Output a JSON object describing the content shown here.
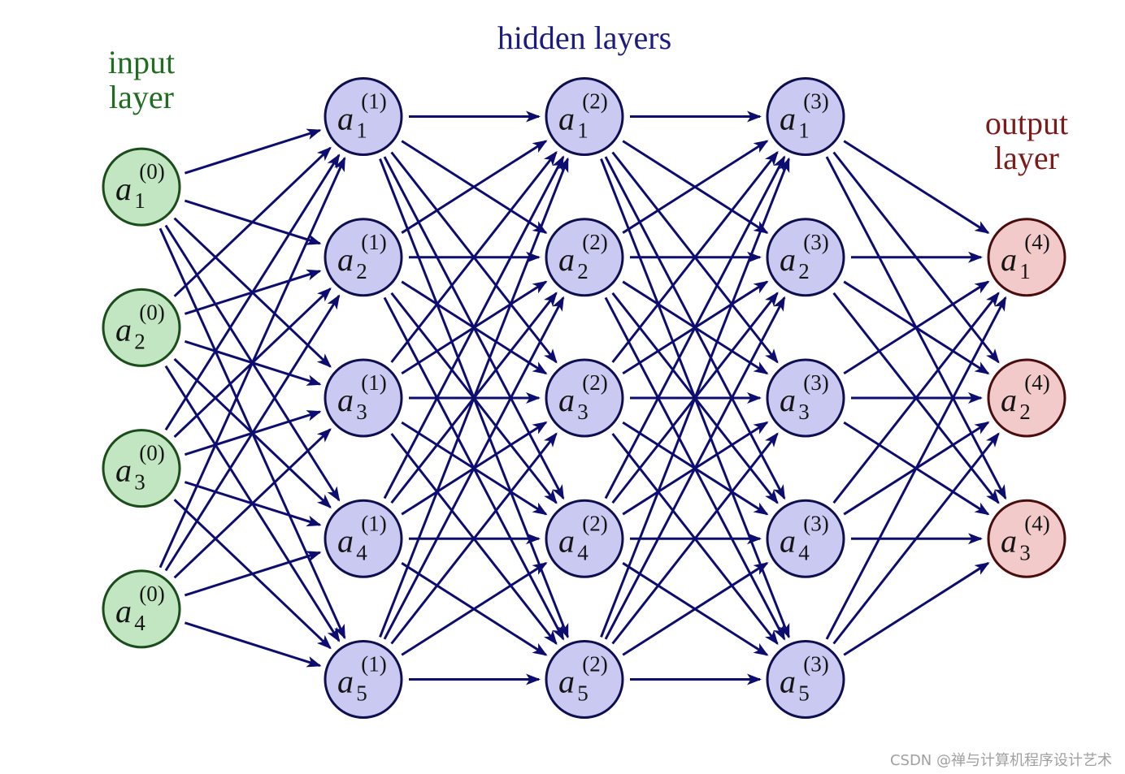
{
  "titles": {
    "input": [
      "input",
      "layer"
    ],
    "hidden": "hidden layers",
    "output": [
      "output",
      "layer"
    ]
  },
  "layers": [
    {
      "nodes": [
        {
          "symbol": "a",
          "sub": "1",
          "sup": "(0)"
        },
        {
          "symbol": "a",
          "sub": "2",
          "sup": "(0)"
        },
        {
          "symbol": "a",
          "sub": "3",
          "sup": "(0)"
        },
        {
          "symbol": "a",
          "sub": "4",
          "sup": "(0)"
        }
      ]
    },
    {
      "nodes": [
        {
          "symbol": "a",
          "sub": "1",
          "sup": "(1)"
        },
        {
          "symbol": "a",
          "sub": "2",
          "sup": "(1)"
        },
        {
          "symbol": "a",
          "sub": "3",
          "sup": "(1)"
        },
        {
          "symbol": "a",
          "sub": "4",
          "sup": "(1)"
        },
        {
          "symbol": "a",
          "sub": "5",
          "sup": "(1)"
        }
      ]
    },
    {
      "nodes": [
        {
          "symbol": "a",
          "sub": "1",
          "sup": "(2)"
        },
        {
          "symbol": "a",
          "sub": "2",
          "sup": "(2)"
        },
        {
          "symbol": "a",
          "sub": "3",
          "sup": "(2)"
        },
        {
          "symbol": "a",
          "sub": "4",
          "sup": "(2)"
        },
        {
          "symbol": "a",
          "sub": "5",
          "sup": "(2)"
        }
      ]
    },
    {
      "nodes": [
        {
          "symbol": "a",
          "sub": "1",
          "sup": "(3)"
        },
        {
          "symbol": "a",
          "sub": "2",
          "sup": "(3)"
        },
        {
          "symbol": "a",
          "sub": "3",
          "sup": "(3)"
        },
        {
          "symbol": "a",
          "sub": "4",
          "sup": "(3)"
        },
        {
          "symbol": "a",
          "sub": "5",
          "sup": "(3)"
        }
      ]
    },
    {
      "nodes": [
        {
          "symbol": "a",
          "sub": "1",
          "sup": "(4)"
        },
        {
          "symbol": "a",
          "sub": "2",
          "sup": "(4)"
        },
        {
          "symbol": "a",
          "sub": "3",
          "sup": "(4)"
        }
      ]
    }
  ],
  "colors": {
    "edge": "#0d0d70",
    "input_fill": "#c2e6c2",
    "input_stroke": "#1b4d1b",
    "input_text": "#1f6e1f",
    "hidden_fill": "#c9c9f2",
    "hidden_stroke": "#0f0f50",
    "hidden_text": "#1c1c80",
    "output_fill": "#f2caca",
    "output_stroke": "#4a0d0d",
    "output_text": "#7d1a1a"
  },
  "watermark": "CSDN @禅与计算机程序设计艺术"
}
